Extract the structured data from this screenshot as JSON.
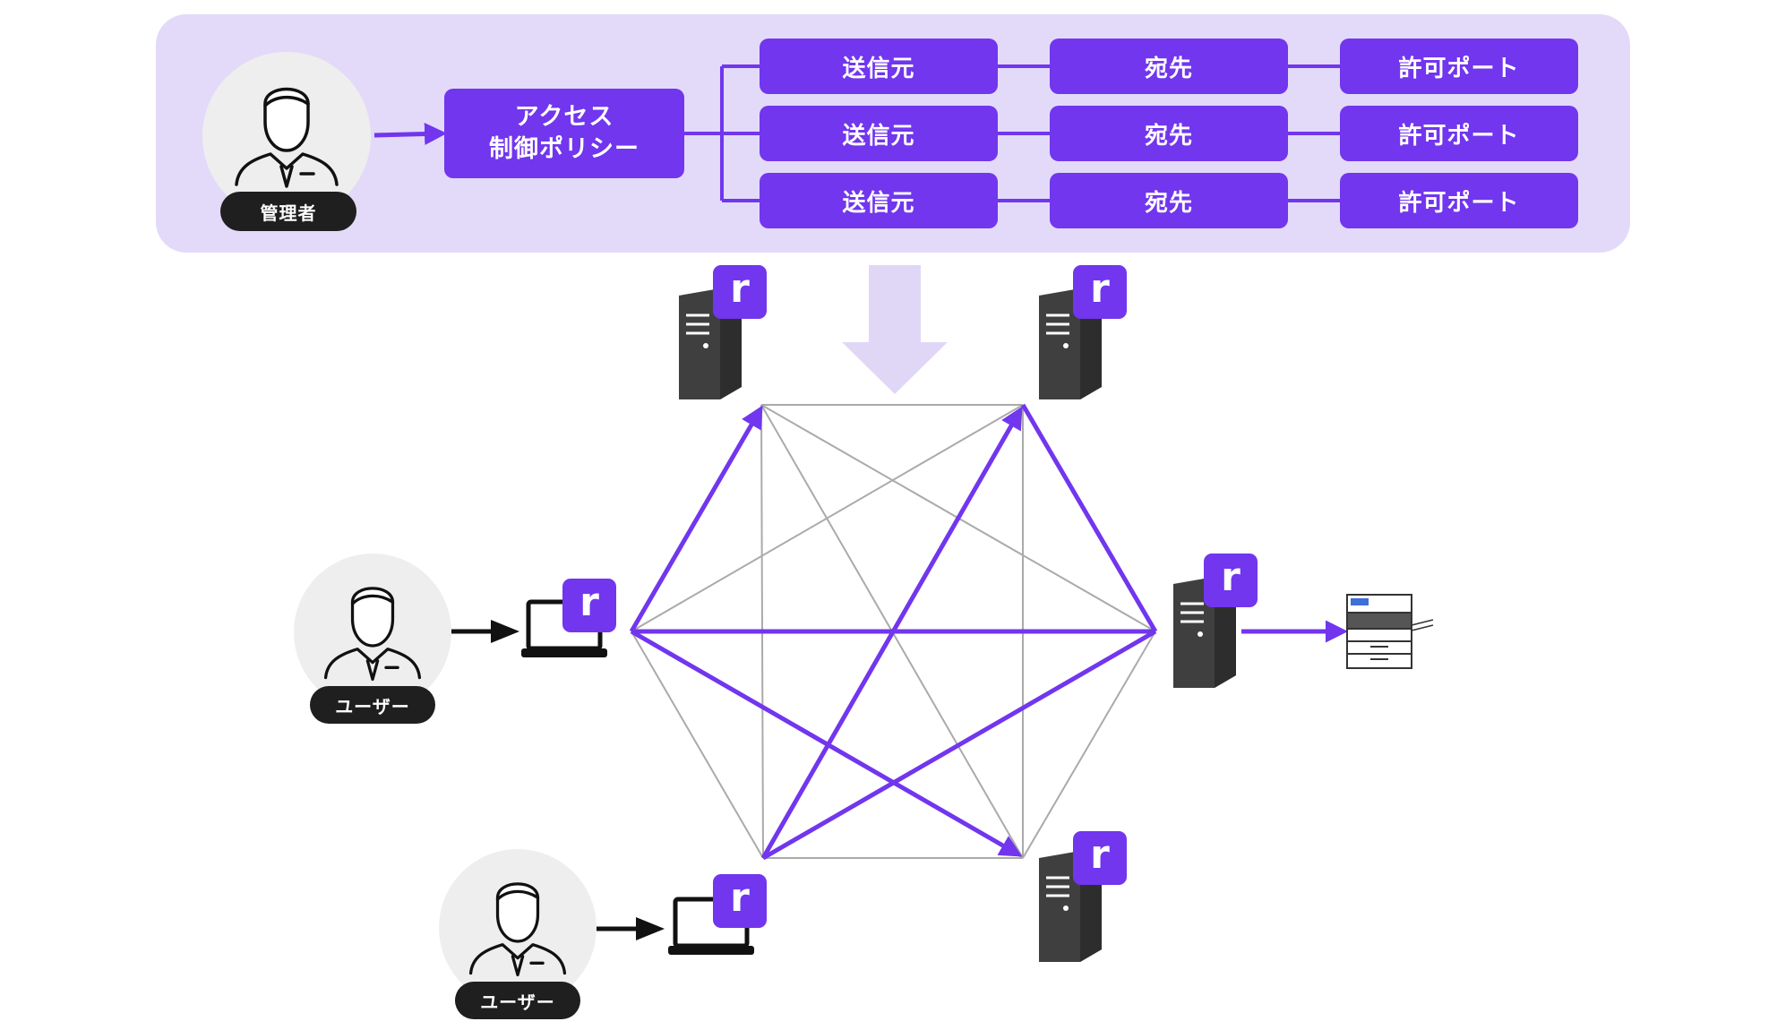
{
  "admin": {
    "label": "管理者"
  },
  "policy": {
    "line1": "アクセス",
    "line2": "制御ポリシー"
  },
  "rules": [
    {
      "source": "送信元",
      "destination": "宛先",
      "port": "許可ポート"
    },
    {
      "source": "送信元",
      "destination": "宛先",
      "port": "許可ポート"
    },
    {
      "source": "送信元",
      "destination": "宛先",
      "port": "許可ポート"
    }
  ],
  "users": [
    {
      "label": "ユーザー"
    },
    {
      "label": "ユーザー"
    }
  ],
  "agent_badge": "r",
  "colors": {
    "accent": "#7136ee",
    "panel": "#e3daf9",
    "arrow_light": "#e0d7f7",
    "mesh_line": "#aaaaaa",
    "server": "#3f3f3f",
    "pill": "#1f1f1f",
    "avatar_bg": "#eeeeee"
  },
  "icons": [
    "person-icon",
    "server-icon",
    "laptop-icon",
    "printer-icon",
    "arrow-icon"
  ]
}
